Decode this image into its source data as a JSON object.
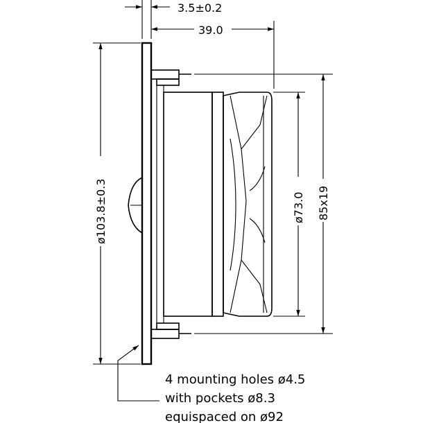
{
  "dimensions": {
    "flange_thickness": "3.5±0.2",
    "depth": "39.0",
    "flange_diameter": "ø103.8±0.3",
    "basket_diameter": "ø73.0",
    "rear_size": "85x19"
  },
  "note": {
    "line1": "4 mounting holes ø4.5",
    "line2": "with pockets ø8.3",
    "line3": "equispaced on ø92"
  }
}
